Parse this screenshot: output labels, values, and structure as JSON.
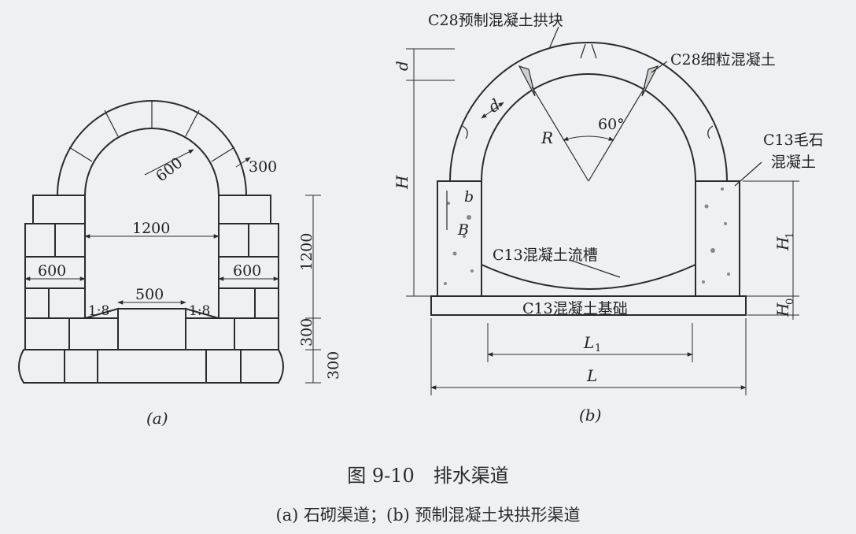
{
  "figure_a": {
    "dims": {
      "radial_inner": "600",
      "radial_outer": "300",
      "span": "1200",
      "left_wall": "600",
      "right_wall": "600",
      "trough_width": "500",
      "slope_left": "1:8",
      "slope_right": "1:8",
      "wall_height": "1200",
      "trough_depth": "300",
      "base_depth": "300"
    },
    "sublabel": "(a)"
  },
  "figure_b": {
    "labels": {
      "arch_block": "C28预制混凝土拱块",
      "fine_concrete": "C28细粒混凝土",
      "rubble_concrete_line1": "C13毛石",
      "rubble_concrete_line2": "混凝土",
      "flow_trough": "C13混凝土流槽",
      "foundation": "C13混凝土基础"
    },
    "symbols": {
      "d_top": "d",
      "d_radial": "d",
      "angle": "60°",
      "radius": "R",
      "height": "H",
      "b": "b",
      "B": "B",
      "H1_main": "H",
      "H1_sub": "1",
      "H0_main": "H",
      "H0_sub": "0",
      "L1_main": "L",
      "L1_sub": "1",
      "L": "L"
    },
    "sublabel": "(b)"
  },
  "caption": {
    "title": "图 9-10　排水渠道",
    "subtitle": "(a) 石砌渠道；(b) 预制混凝土块拱形渠道"
  }
}
